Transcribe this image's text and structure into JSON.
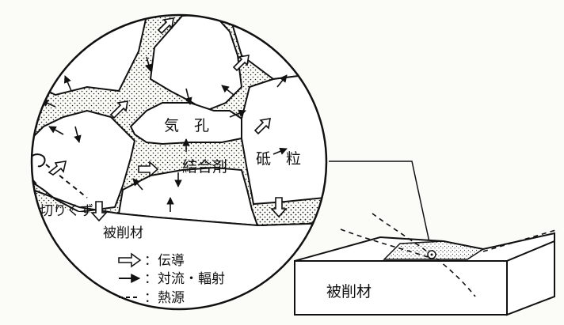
{
  "labels": {
    "pore": "気　孔",
    "binder": "結合剤",
    "grain": "砥　粒",
    "chips": "切りくず",
    "workpiece": "被削材",
    "workpiece_block": "被削材"
  },
  "legend": [
    {
      "symbol": "hollow-arrow",
      "text": "：伝導"
    },
    {
      "symbol": "solid-arrow",
      "text": "：対流・輻射"
    },
    {
      "symbol": "dashed-line",
      "text": "：熱源"
    }
  ]
}
